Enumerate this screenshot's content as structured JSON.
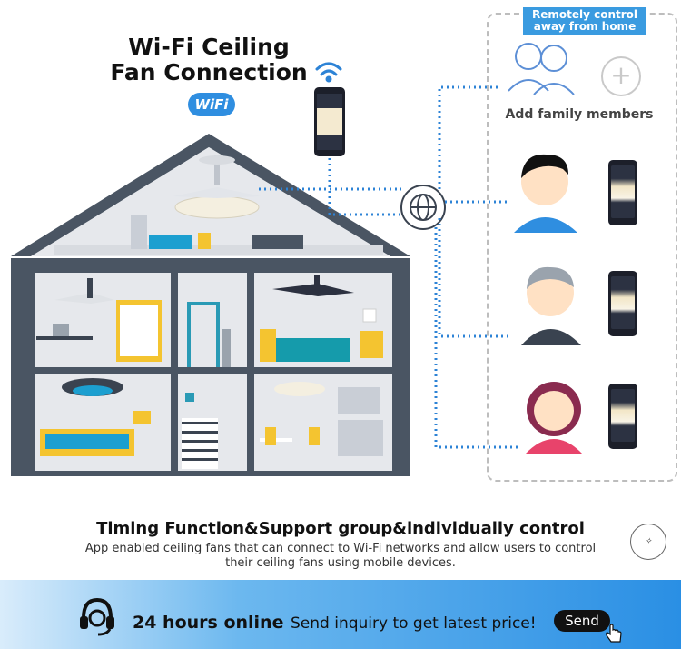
{
  "title": {
    "line1": "Wi-Fi Ceiling",
    "line2": "Fan Connection"
  },
  "wifi_badge": "WiFi",
  "remote": {
    "label_line1": "Remotely control",
    "label_line2": "away from home"
  },
  "family": {
    "add_label": "Add family members",
    "plus_glyph": "+"
  },
  "timing": {
    "title": "Timing Function&Support group&individually control",
    "desc_line1": "App enabled ceiling fans that can connect to Wi-Fi networks and allow users to control",
    "desc_line2": "their ceiling fans using mobile devices."
  },
  "banner": {
    "online": "24 hours online",
    "inquiry": "Send inquiry to get latest price!",
    "send_label": "Send"
  },
  "icons": [
    "wifi-icon",
    "globe-icon",
    "headset-icon",
    "hand-pointer-icon",
    "plus-icon"
  ],
  "colors": {
    "accent_blue": "#2f8ee0",
    "dots_blue": "#2d83d6",
    "house_dark": "#4a5563",
    "banner_blue": "#2a8fe4"
  }
}
